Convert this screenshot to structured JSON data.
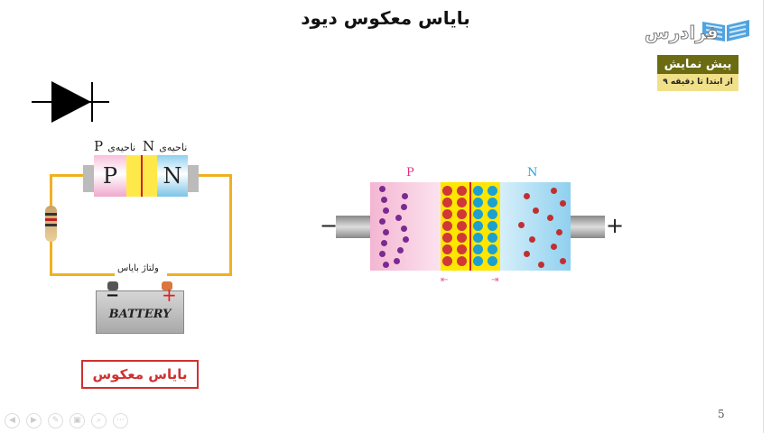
{
  "slide": {
    "title": "بایاس معکوس دیود",
    "page_number": "5"
  },
  "brand": {
    "logo_text": "فرادرس",
    "badge_title": "پیش نمایش",
    "badge_subtitle": "از ابتدا تا دقیقه ۹"
  },
  "circuit": {
    "region_p_label": "ناحیه‌ی",
    "region_p_letter": "P",
    "region_n_label": "ناحیه‌ی",
    "region_n_letter": "N",
    "diode_p": "P",
    "diode_n": "N",
    "bias_voltage_label": "ولتاژ بایاس",
    "battery_label": "BATTERY",
    "battery_minus": "−",
    "battery_plus": "+"
  },
  "caption": "بایاس معکوس",
  "junction": {
    "p_label": "P",
    "n_label": "N",
    "minus": "−",
    "plus": "+",
    "colors": {
      "p": "#f4b6d2",
      "n": "#8fd0ef",
      "depletion": "#ffe600",
      "p_label": "#e0307f",
      "n_label": "#22a0d8"
    }
  },
  "nav": {
    "icons": [
      "prev-icon",
      "next-icon",
      "pen-icon",
      "slides-icon",
      "zoom-icon",
      "more-icon"
    ],
    "glyphs": [
      "◀",
      "▶",
      "✎",
      "▣",
      "⌕",
      "⋯"
    ]
  }
}
